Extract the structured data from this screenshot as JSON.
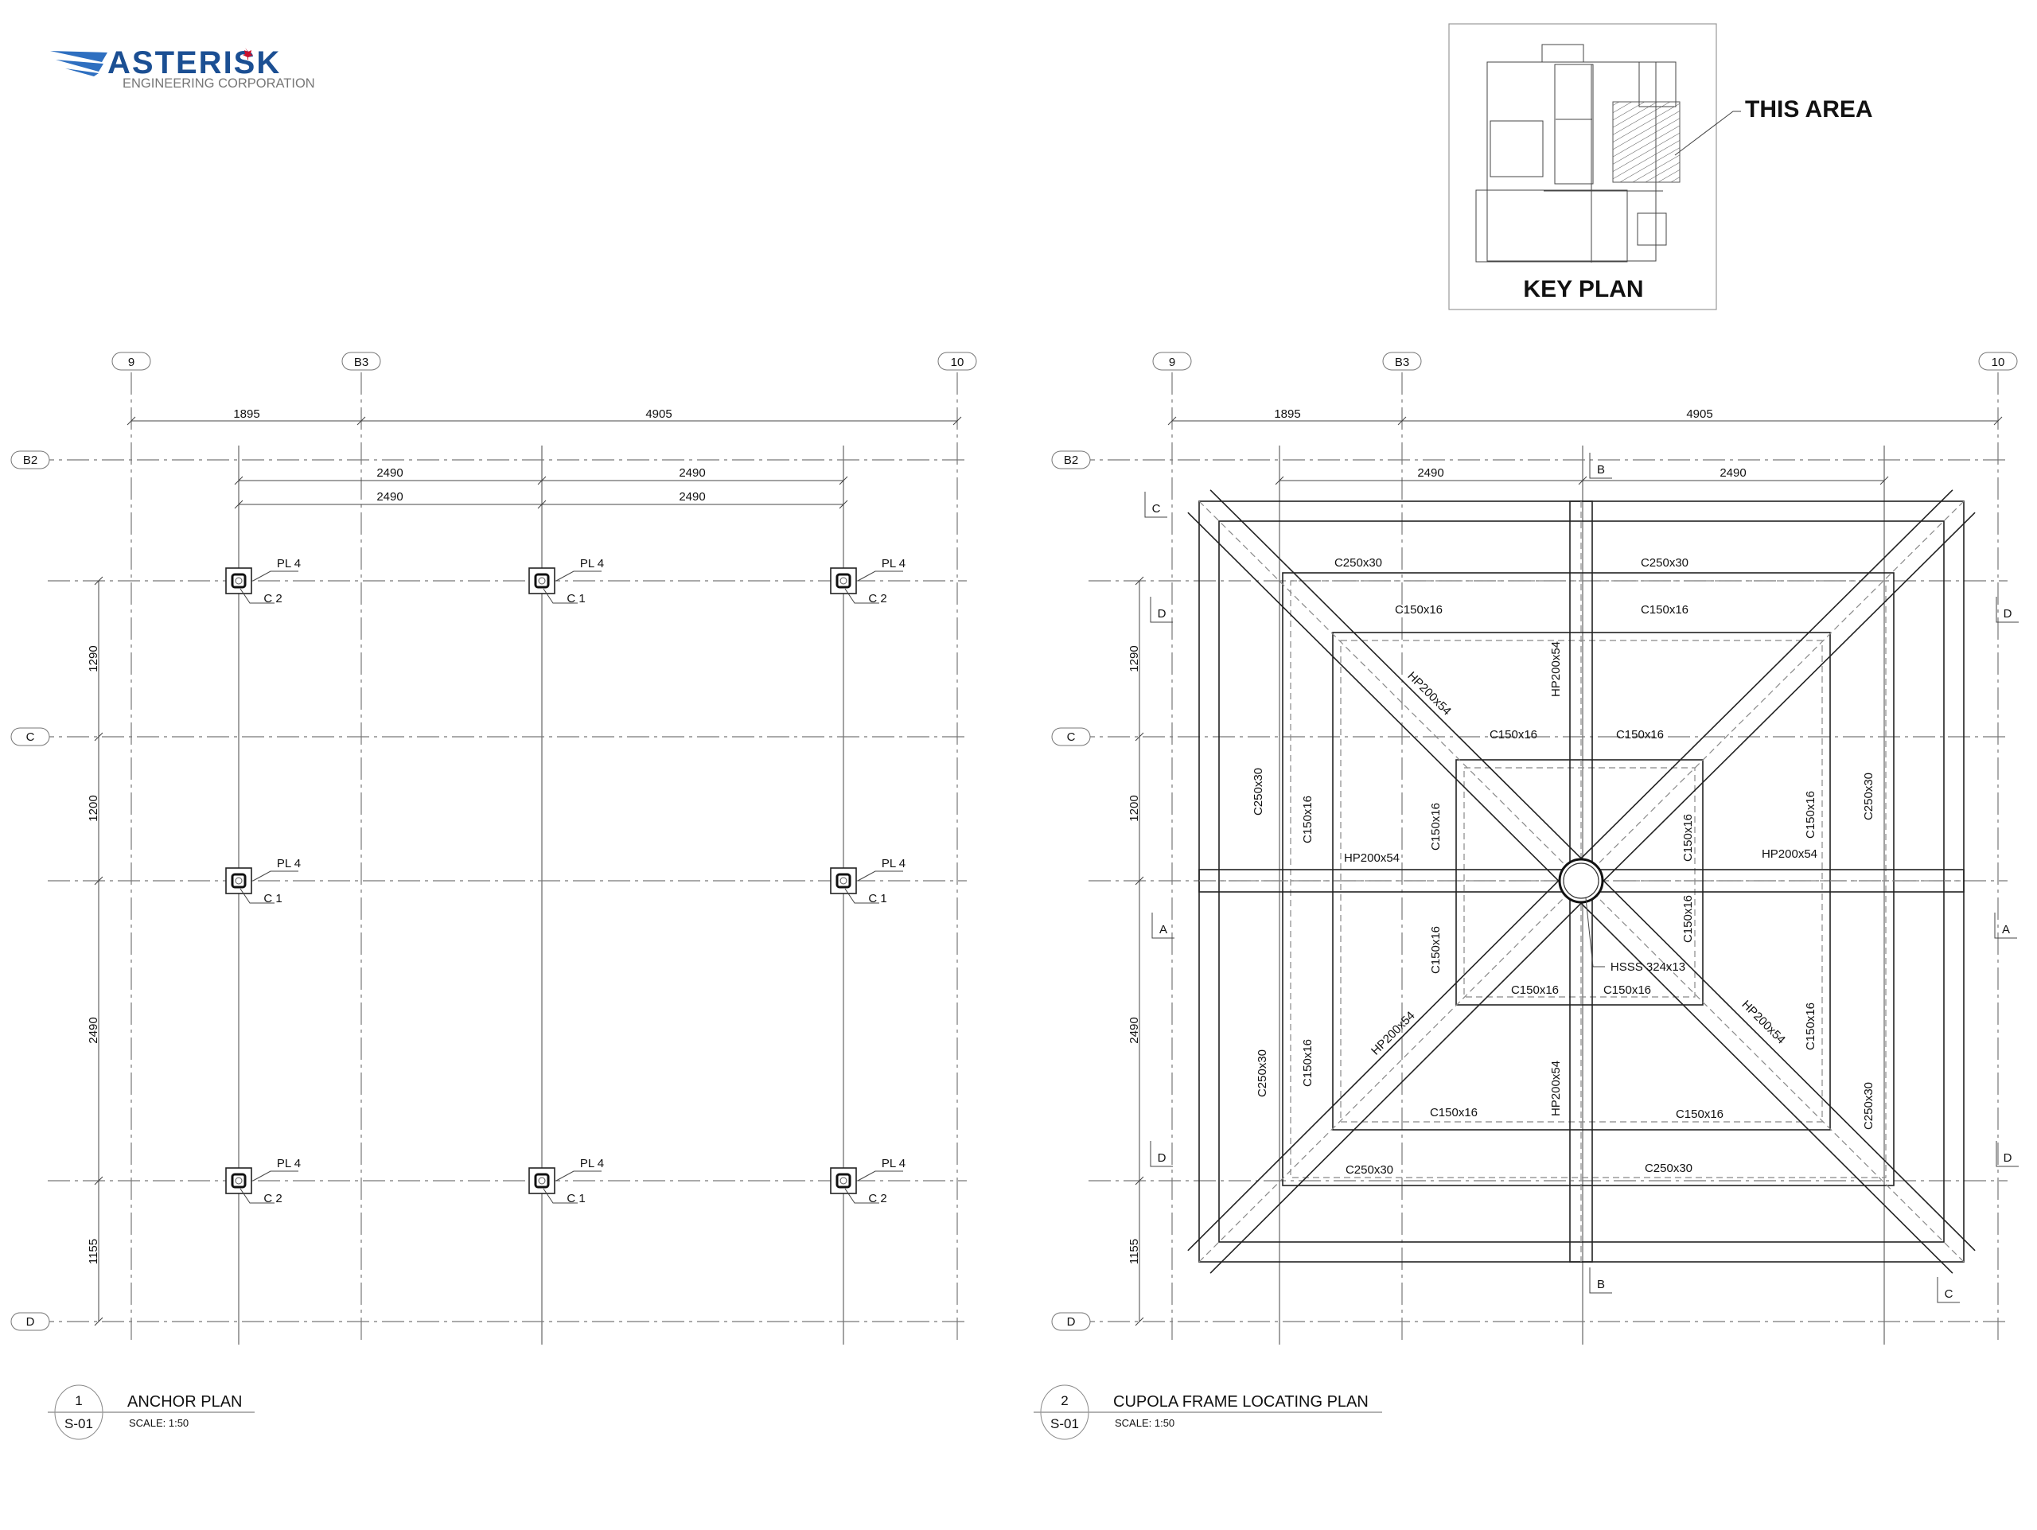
{
  "logo": {
    "name": "ASTERISK",
    "subtitle": "ENGINEERING CORPORATION",
    "brand_color": "#1b4f93",
    "leaf_color": "#c8102e"
  },
  "key_plan": {
    "title": "KEY PLAN",
    "callout": "THIS AREA"
  },
  "grid": {
    "cols": [
      "9",
      "B3",
      "10"
    ],
    "rows": [
      "B2",
      "C",
      "D"
    ]
  },
  "dims": {
    "top": [
      "1895",
      "4905"
    ],
    "mid": [
      "2490",
      "2490"
    ],
    "side": [
      "1290",
      "1200",
      "2490",
      "1155"
    ]
  },
  "anchor_plan": {
    "number": "1",
    "sheet": "S-01",
    "title": "ANCHOR PLAN",
    "scale": "SCALE: 1:50",
    "anchors": [
      {
        "plate": "PL 4",
        "col": "C 2"
      },
      {
        "plate": "PL 4",
        "col": "C 1"
      },
      {
        "plate": "PL 4",
        "col": "C 2"
      },
      {
        "plate": "PL 4",
        "col": "C 1"
      },
      {
        "plate": "PL 4",
        "col": "C 1"
      },
      {
        "plate": "PL 4",
        "col": "C 2"
      },
      {
        "plate": "PL 4",
        "col": "C 1"
      },
      {
        "plate": "PL 4",
        "col": "C 2"
      }
    ]
  },
  "frame_plan": {
    "number": "2",
    "sheet": "S-01",
    "title": "CUPOLA FRAME LOCATING PLAN",
    "scale": "SCALE: 1:50",
    "labels": [
      "C250x30",
      "C250x30",
      "C150x16",
      "C150x16",
      "HP200x54",
      "HP200x54",
      "C150x16",
      "C150x16",
      "C250x30",
      "C150x16",
      "C150x16",
      "C150x16",
      "C150x16",
      "C250x30",
      "HP200x54",
      "HP200x54",
      "C150x16",
      "C150x16",
      "HSSS 324x13",
      "C150x16",
      "C150x16",
      "HP200x54",
      "HP200x54",
      "C150x16",
      "C250x30",
      "C150x16",
      "C250x30",
      "HP200x54",
      "C150x16",
      "C150x16",
      "C250x30",
      "C250x30"
    ],
    "sections": [
      "B",
      "B",
      "C",
      "C",
      "D",
      "D",
      "A",
      "A",
      "D",
      "D"
    ]
  }
}
